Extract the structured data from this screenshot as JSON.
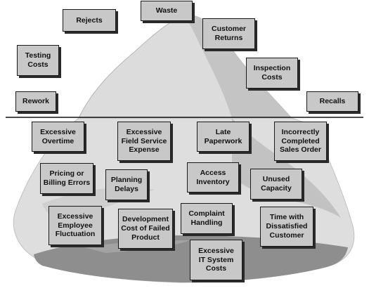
{
  "colors": {
    "box_fill": "#c8c8c8",
    "box_border": "#1a1a1a",
    "iceberg_light": "#dcdcdc",
    "iceberg_mid": "#bdbdbd",
    "iceberg_dark": "#8e8e8e",
    "waterline": "#111111"
  },
  "above_water": {
    "rejects": "Rejects",
    "waste": "Waste",
    "customer_returns": "Customer\nReturns",
    "testing_costs": "Testing\nCosts",
    "inspection_costs": "Inspection\nCosts",
    "rework": "Rework",
    "recalls": "Recalls"
  },
  "below_water": {
    "excessive_overtime": "Excessive\nOvertime",
    "excessive_field_service_expense": "Excessive\nField Service\nExpense",
    "late_paperwork": "Late\nPaperwork",
    "incorrectly_completed_sales_order": "Incorrectly\nCompleted\nSales Order",
    "pricing_or_billing_errors": "Pricing or\nBilling Errors",
    "planning_delays": "Planning\nDelays",
    "access_inventory": "Access\nInventory",
    "unused_capacity": "Unused\nCapacity",
    "excessive_employee_fluctuation": "Excessive\nEmployee\nFluctuation",
    "development_cost_of_failed_product": "Development\nCost of Failed\nProduct",
    "complaint_handling": "Complaint\nHandling",
    "time_with_dissatisfied_customer": "Time with\nDissatisfied\nCustomer",
    "excessive_it_system_costs": "Excessive\nIT System\nCosts"
  }
}
